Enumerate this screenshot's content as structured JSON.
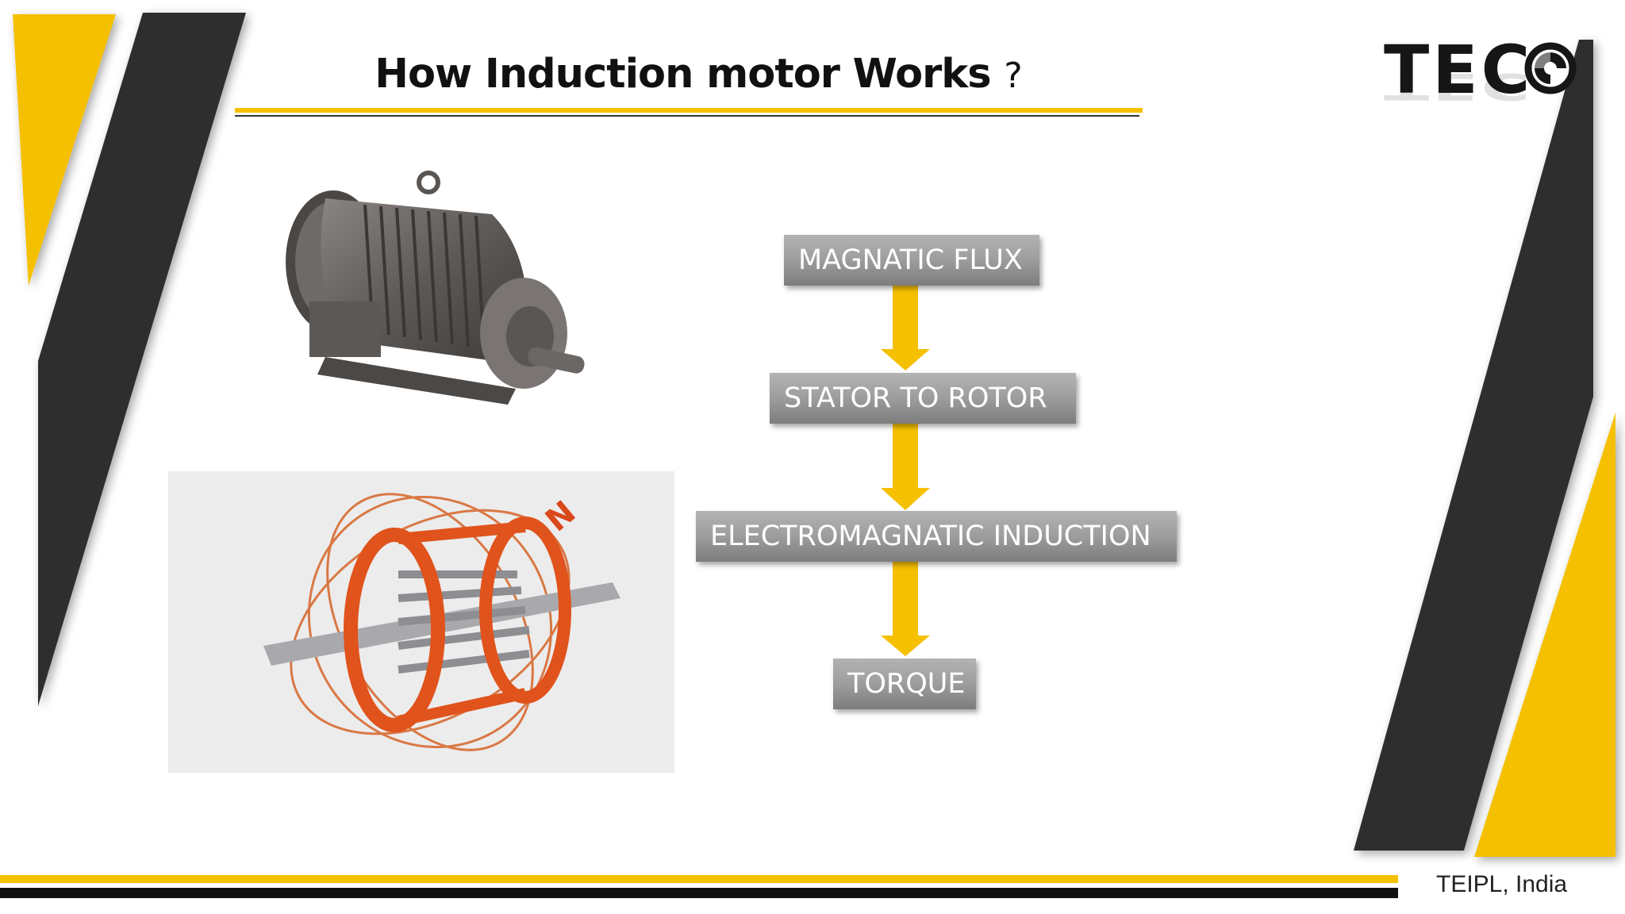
{
  "slide": {
    "title": "How Induction motor Works",
    "title_suffix": "?",
    "footer": "TEIPL, India"
  },
  "logo": {
    "text": "TEC",
    "icon": "swirl-o-icon"
  },
  "flow": {
    "steps": [
      "MAGNATIC FLUX",
      "STATOR TO ROTOR",
      "ELECTROMAGNATIC INDUCTION",
      "TORQUE"
    ]
  },
  "images": {
    "top": "motor-photo",
    "bottom": "rotor-field-illustration",
    "bottom_label": "N"
  },
  "colors": {
    "accent": "#f5c000",
    "dark": "#2f2f2f",
    "box": "#9d9d9d",
    "arrow": "#f5c000"
  }
}
